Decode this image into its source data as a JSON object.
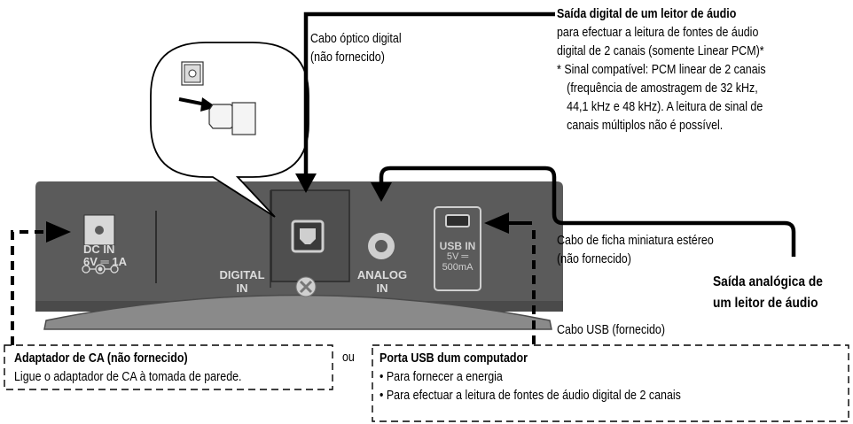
{
  "labels": {
    "optical_cable": "Cabo óptico digital",
    "optical_cable_note": "(não fornecido)",
    "digital_out_title": "Saída digital de um leitor de áudio",
    "digital_out_line1": "para efectuar a leitura de fontes de áudio",
    "digital_out_line2": "digital de 2 canais (somente Linear PCM)*",
    "footnote_line1": "* Sinal compatível: PCM linear de 2 canais",
    "footnote_line2": "(frequência de amostragem de 32 kHz,",
    "footnote_line3": "44,1 kHz e 48 kHz). A leitura de sinal de",
    "footnote_line4": "canais múltiplos não é possível.",
    "stereo_cable": "Cabo de ficha miniatura estéreo",
    "stereo_cable_note": "(não fornecido)",
    "analog_out_line1": "Saída analógica de",
    "analog_out_line2": "um leitor de áudio",
    "usb_cable": "Cabo USB (fornecido)",
    "ac_adapter_title": "Adaptador de CA (não fornecido)",
    "ac_adapter_desc": "Ligue o adaptador de CA à tomada de parede.",
    "or": "ou",
    "usb_port_title": "Porta USB dum computador",
    "usb_port_item1": "• Para fornecer a energia",
    "usb_port_item2": "• Para efectuar a leitura de fontes de áudio digital de 2 canais"
  },
  "panel": {
    "dc_in_line1": "DC IN",
    "dc_in_line2": "6V ═ 1A",
    "digital_in_line1": "DIGITAL",
    "digital_in_line2": "IN",
    "analog_in_line1": "ANALOG",
    "analog_in_line2": "IN",
    "usb_in_line1": "USB IN",
    "usb_in_line2": "5V ═",
    "usb_in_line3": "500mA"
  },
  "colors": {
    "panel": "#5b5b5b",
    "panel_dark": "#3c3c3c",
    "panel_base": "#8a8a8a",
    "connector_light": "#cfcfcf"
  }
}
